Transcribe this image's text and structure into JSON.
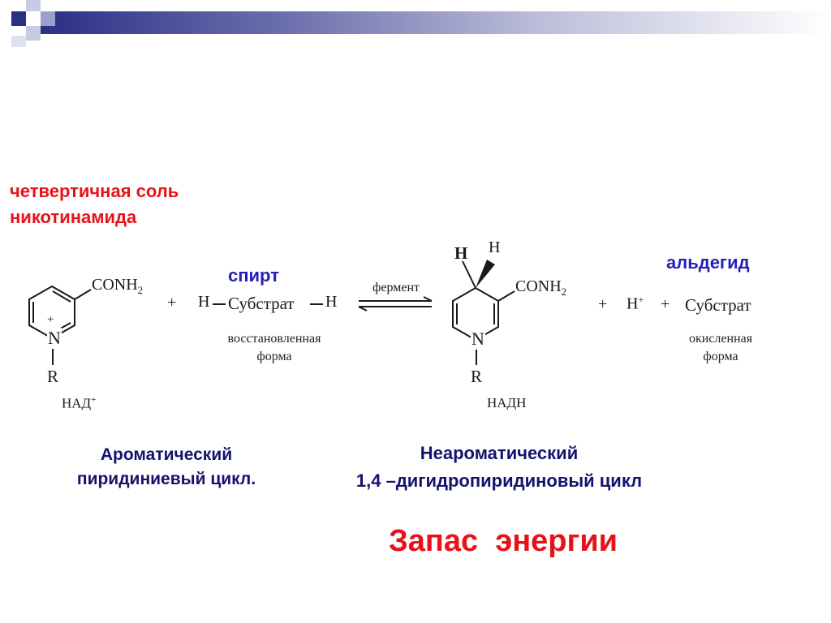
{
  "title": {
    "line1": "четвертичная соль",
    "line2": "никотинамида"
  },
  "labels": {
    "alcohol": "спирт",
    "aldehyde": "альдегид",
    "enzyme": "фермент",
    "reduced_form_line1": "восстановленная",
    "reduced_form_line2": "форма",
    "oxidized_form_line1": "окисленная",
    "oxidized_form_line2": "форма"
  },
  "chemistry": {
    "conh2_left": "CONH",
    "conh2_right": "CONH",
    "sub2": "2",
    "plus": "+",
    "n_left": "N",
    "n_right": "N",
    "plus_charge": "+",
    "r_left": "R",
    "r_right": "R",
    "nad_plus": "НАД",
    "nadh": "НАДН",
    "h_left": "H",
    "substrate_reduced": "Субстрат",
    "h_right": "H",
    "h_proton": "H",
    "substrate_oxidized": "Субстрат",
    "h_axial_left": "H",
    "h_axial_right": "H"
  },
  "captions": {
    "aromatic_line1": "Ароматический",
    "aromatic_line2": "пиридиниевый цикл.",
    "nonaromatic_line1": "Неароматический",
    "nonaromatic_line2": "1,4 –дигидропиридиновый  цикл"
  },
  "energy": "Запас  энергии",
  "colors": {
    "red": "#e8111a",
    "blue": "#2421b8",
    "navy": "#14126e",
    "bar_dark": "#2b2f86"
  }
}
